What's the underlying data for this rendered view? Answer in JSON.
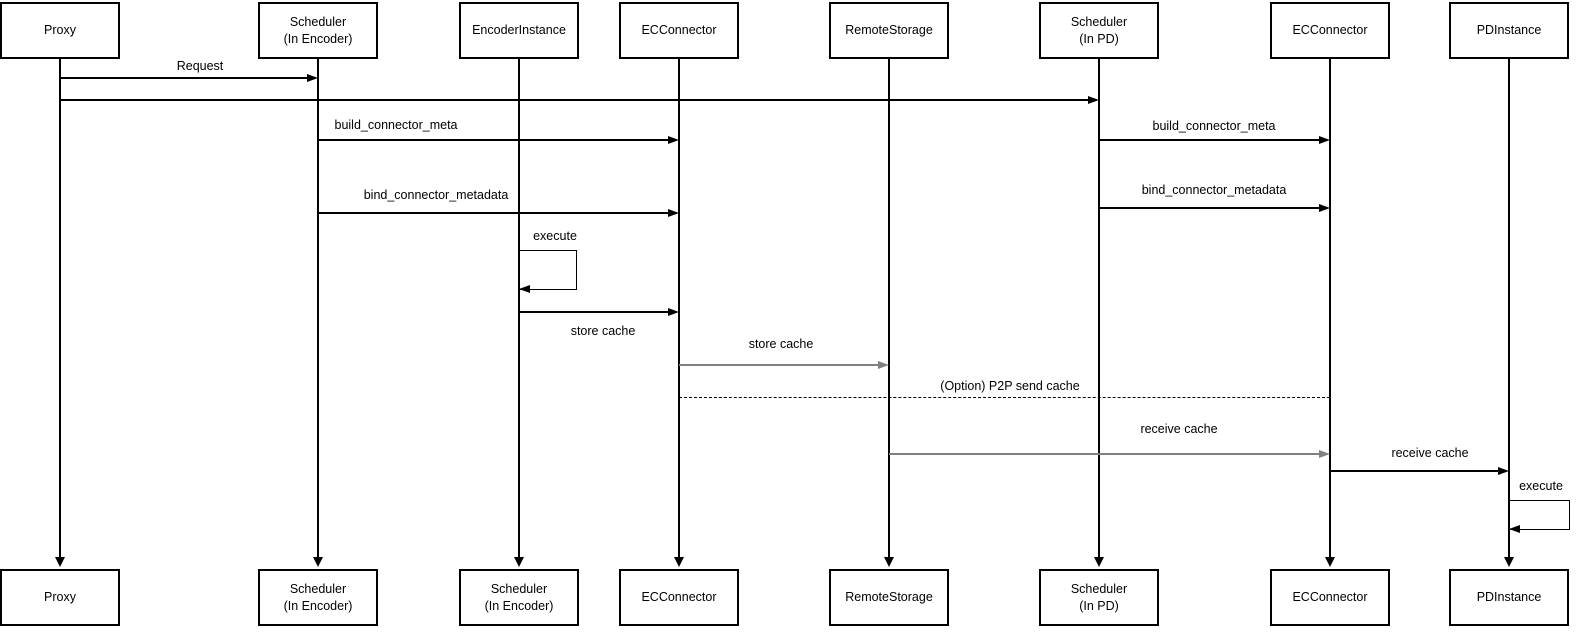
{
  "colors": {
    "background": "#ffffff",
    "box_fill": "#ffffff",
    "box_border": "#000000",
    "line": "#000000",
    "secondary_line": "#808080"
  },
  "participants": [
    {
      "id": "proxy",
      "top": "Proxy",
      "bottom": "Proxy"
    },
    {
      "id": "scheduler-encoder",
      "top": "Scheduler\n(In Encoder)",
      "bottom": "Scheduler\n(In Encoder)"
    },
    {
      "id": "encoder-instance",
      "top": "EncoderInstance",
      "bottom": "Scheduler\n(In Encoder)"
    },
    {
      "id": "ec-connector-1",
      "top": "ECConnector",
      "bottom": "ECConnector"
    },
    {
      "id": "remote-storage",
      "top": "RemoteStorage",
      "bottom": "RemoteStorage"
    },
    {
      "id": "scheduler-pd",
      "top": "Scheduler\n(In PD)",
      "bottom": "Scheduler\n(In PD)"
    },
    {
      "id": "ec-connector-2",
      "top": "ECConnector",
      "bottom": "ECConnector"
    },
    {
      "id": "pd-instance",
      "top": "PDInstance",
      "bottom": "PDInstance"
    }
  ],
  "messages": {
    "request": "Request",
    "build_connector_meta_left": "build_connector_meta",
    "bind_connector_metadata_left": "bind_connector_metadata",
    "execute_encoder": "execute",
    "store_cache_1": "store cache",
    "store_cache_2": "store cache",
    "p2p_send_cache": "(Option) P2P send cache",
    "build_connector_meta_right": "build_connector_meta",
    "bind_connector_metadata_right": "bind_connector_metadata",
    "receive_cache_1": "receive cache",
    "receive_cache_2": "receive cache",
    "execute_pd": "execute"
  }
}
